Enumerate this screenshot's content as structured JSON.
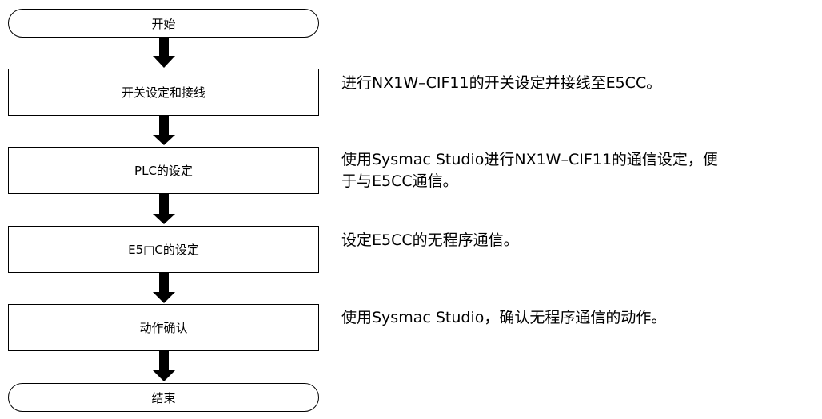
{
  "flowchart": {
    "start": "开始",
    "end": "结束",
    "steps": [
      {
        "label": "开关设定和接线",
        "description": "进行NX1W–CIF11的开关设定并接线至E5CC。"
      },
      {
        "label": "PLC的设定",
        "description": "使用Sysmac Studio进行NX1W–CIF11的通信设定，便\n于与E5CC通信。"
      },
      {
        "label": "E5□C的设定",
        "description": "设定E5CC的无程序通信。"
      },
      {
        "label": "动作确认",
        "description": "使用Sysmac Studio，确认无程序通信的动作。"
      }
    ]
  }
}
